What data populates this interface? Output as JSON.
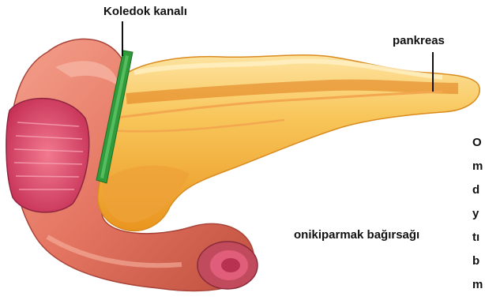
{
  "labels": {
    "bile_duct": "Koledok kanalı",
    "pancreas": "pankreas",
    "duodenum": "onikiparmak bağırsağı"
  },
  "side_text_fragments": [
    "O",
    "m",
    "d",
    "y",
    "tı",
    "b",
    "m"
  ],
  "colors": {
    "pancreas_fill": "#f5b63c",
    "pancreas_light": "#fbd77e",
    "pancreas_dark": "#e08a1a",
    "duodenum_fill": "#e98370",
    "duodenum_dark": "#b84336",
    "duodenum_inner": "#e2486b",
    "bile_duct": "#2f9b3a"
  }
}
